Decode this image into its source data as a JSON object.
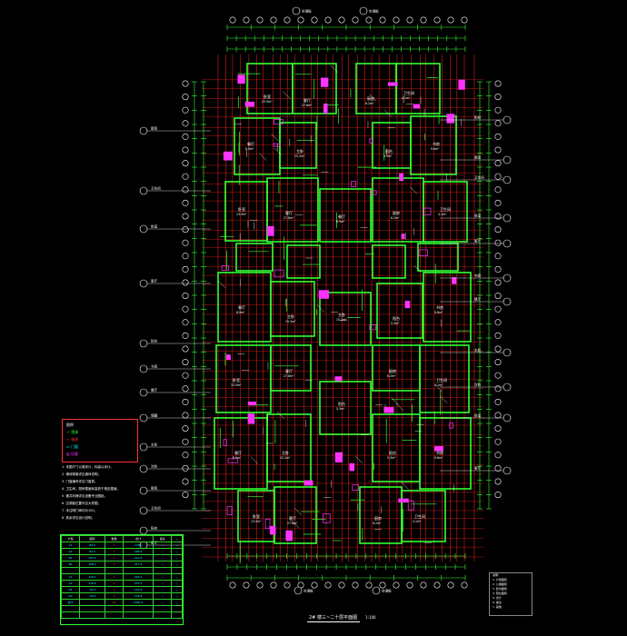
{
  "drawing": {
    "title": "2# 楼三~二十层平面图",
    "scale": "1:100"
  },
  "colors": {
    "background": "#000000",
    "wall": "#33ff33",
    "axis": "#ff2222",
    "dimension": "#33ff33",
    "furniture": "#ff33ff",
    "text": "#ffffff",
    "annotation": "#00ffff"
  },
  "legend": {
    "rows": [
      "图例",
      "— 墙体",
      "— 轴线",
      "▭ 门窗",
      "▨ 设备"
    ]
  },
  "notes": {
    "lines": [
      "1. 本图尺寸以毫米计，标高以米计。",
      "2. 墙体厚度详见墙体说明。",
      "3. 门窗编号详见门窗表。",
      "4. 卫生间、厨房楼面标高低于相应楼面。",
      "5. 管井封堵详见设备专业图纸。",
      "6. 空调板位置详见大样图。",
      "7. 未注明门垛均为100。",
      "8. 其余详见设计说明。"
    ]
  },
  "stats_table": {
    "rows": [
      [
        "户型",
        "面积",
        "数量",
        "合计",
        "备注",
        "—"
      ],
      [
        "A1",
        "89.5",
        "2",
        "179.0",
        "—",
        "—"
      ],
      [
        "A2",
        "92.3",
        "2",
        "184.6",
        "—",
        "—"
      ],
      [
        "B1",
        "105.2",
        "2",
        "210.4",
        "—",
        "—"
      ],
      [
        "B2",
        "108.7",
        "2",
        "217.4",
        "—",
        "—"
      ],
      [
        "",
        "",
        "",
        "",
        "",
        ""
      ],
      [
        "C1",
        "120.1",
        "2",
        "240.2",
        "—",
        "—"
      ],
      [
        "C2",
        "118.6",
        "2",
        "237.2",
        "—",
        "—"
      ],
      [
        "D1",
        "76.4",
        "2",
        "152.8",
        "—",
        "—"
      ],
      [
        "D2",
        "79.9",
        "2",
        "159.8",
        "—",
        "—"
      ],
      [
        "合计",
        "",
        "16",
        "1581.4",
        "—",
        "—"
      ],
      [
        "",
        "",
        "",
        "",
        "",
        ""
      ],
      [
        "",
        "",
        "",
        "",
        "",
        ""
      ]
    ]
  },
  "right_legend": {
    "lines": [
      "说明:",
      "1. 户型面积",
      "2. 公摊面积",
      "3. 套内面积",
      "4. 阳台面积",
      "5. 合计",
      "6. 备注",
      "7. 其他"
    ]
  },
  "callouts": {
    "left": [
      "厨房",
      "卫生间",
      "卧室",
      "客厅",
      "阳台",
      "书房",
      "餐厅",
      "储藏",
      "主卧",
      "次卧",
      "厨房",
      "卫生间",
      "阳台",
      "客厅"
    ],
    "right": [
      "阳台",
      "厨房",
      "卫生间",
      "卧室",
      "客厅",
      "书房",
      "餐厅",
      "主卧",
      "次卧",
      "卧室",
      "客厅"
    ],
    "top": [
      "空调板",
      "空调板"
    ],
    "bottom": [
      "空调板",
      "空调板"
    ]
  },
  "rooms": [
    {
      "name": "卧室",
      "area": "13.5m²"
    },
    {
      "name": "客厅",
      "area": "27.8m²"
    },
    {
      "name": "厨房",
      "area": "6.2m²"
    },
    {
      "name": "卫生间",
      "area": "4.1m²"
    },
    {
      "name": "餐厅",
      "area": "8.9m²"
    },
    {
      "name": "主卧",
      "area": "15.2m²"
    },
    {
      "name": "阳台",
      "area": "5.3m²"
    },
    {
      "name": "书房",
      "area": "9.6m²"
    }
  ]
}
